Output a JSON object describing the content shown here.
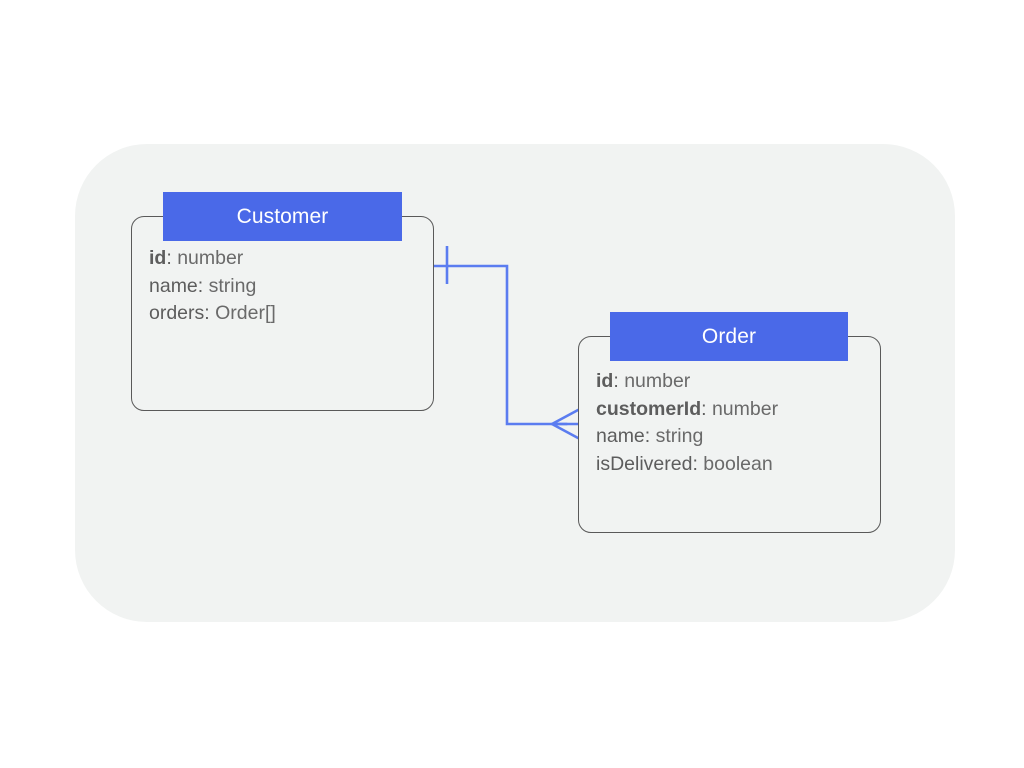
{
  "diagram": {
    "type": "entity-relationship-diagram",
    "notation": "crows-foot",
    "panel": {
      "background_color": "#f1f3f2"
    },
    "colors": {
      "header_blue": "#4a69e8",
      "header_text": "#ffffff",
      "entity_border": "#595959",
      "field_text": "#5d5d5d",
      "connector_blue": "#5b7cf0",
      "page_background": "#ffffff"
    },
    "entities": [
      {
        "id": "customer",
        "title": "Customer",
        "fields": [
          {
            "name": "id",
            "type": "number",
            "key": true
          },
          {
            "name": "name",
            "type": "string",
            "key": false
          },
          {
            "name": "orders",
            "type": "Order[]",
            "key": false
          }
        ]
      },
      {
        "id": "order",
        "title": "Order",
        "fields": [
          {
            "name": "id",
            "type": "number",
            "key": true
          },
          {
            "name": "customerId",
            "type": "number",
            "key": true
          },
          {
            "name": "name",
            "type": "string",
            "key": false
          },
          {
            "name": "isDelivered",
            "type": "boolean",
            "key": false
          }
        ]
      }
    ],
    "relationships": [
      {
        "id": "customer-has-orders",
        "from": "customer",
        "to": "order",
        "from_cardinality": "one",
        "to_cardinality": "many",
        "from_marker": "one-tick",
        "to_marker": "crows-foot"
      }
    ]
  }
}
